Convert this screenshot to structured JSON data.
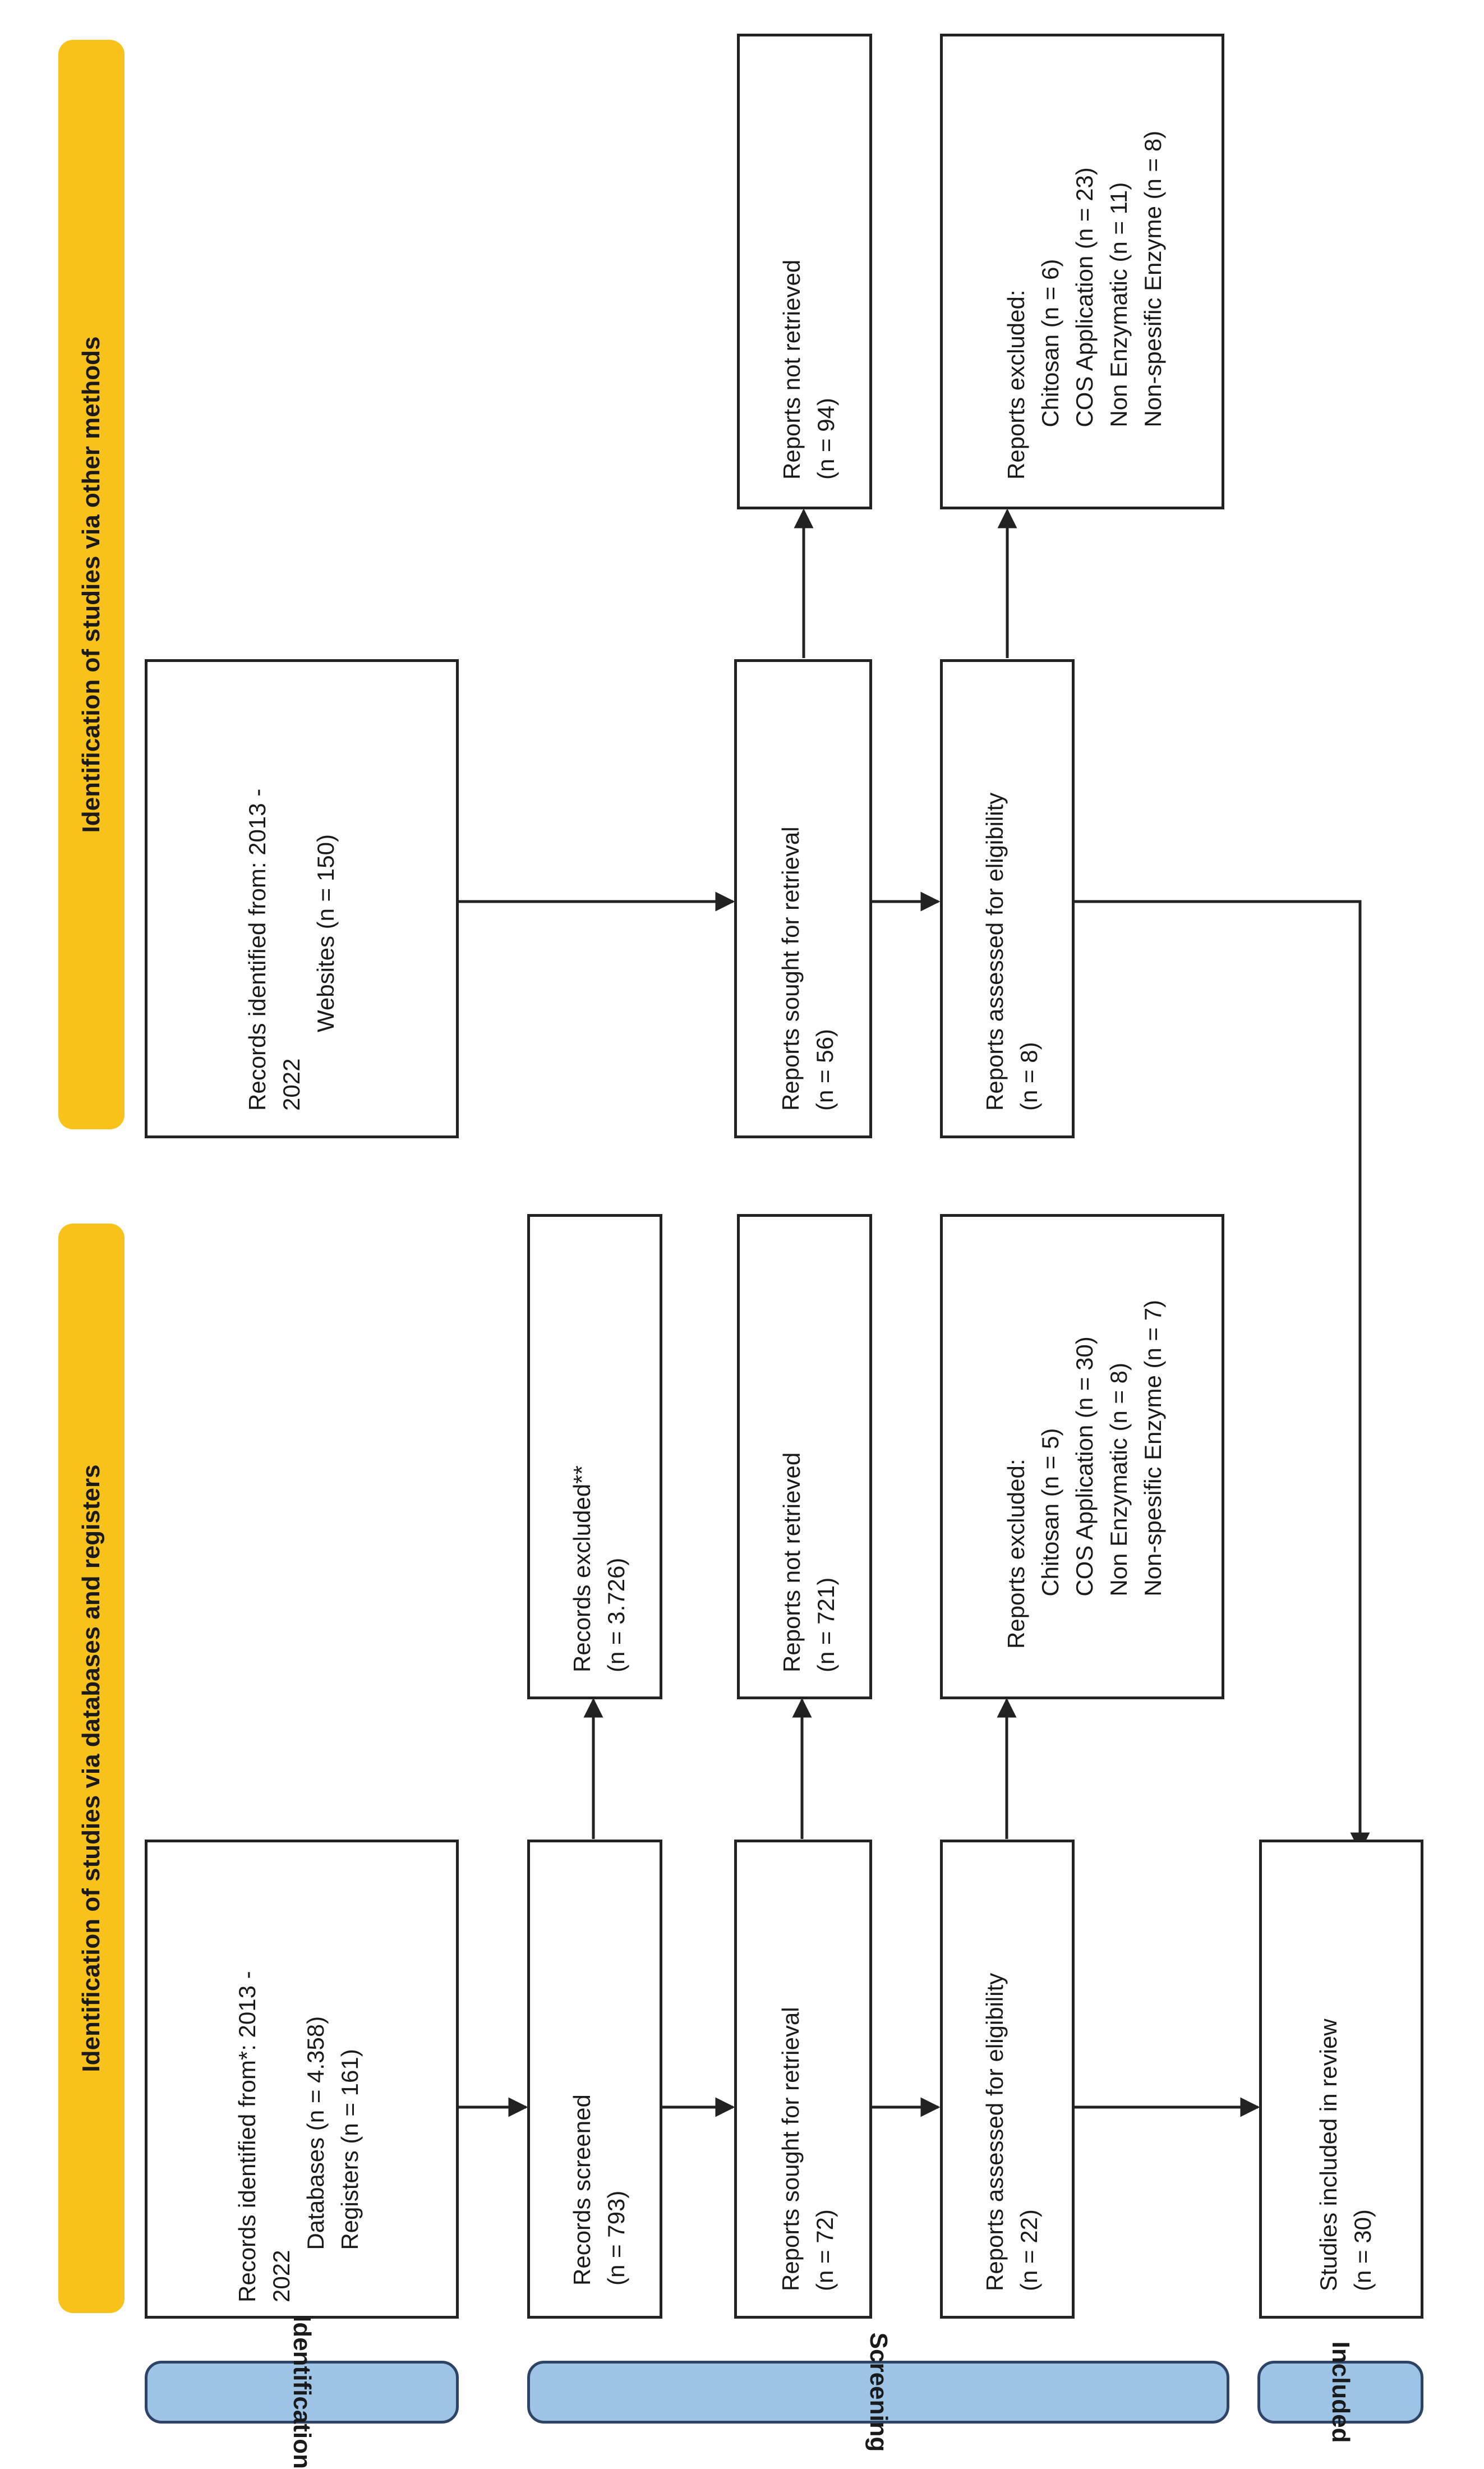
{
  "banners": {
    "databases": "Identification of studies via databases and registers",
    "other": "Identification of studies via other methods"
  },
  "stages": {
    "identification": "Identification",
    "screening": "Screening",
    "included": "Included"
  },
  "db": {
    "records_identified": {
      "line1": "Records identified from*: 2013 -",
      "line2": "2022",
      "line3": "        Databases (n = 4.358)",
      "line4": "        Registers (n = 161)"
    },
    "records_screened": {
      "line1": "Records screened",
      "line2": "(n = 793)"
    },
    "records_excluded": {
      "line1": "Records excluded**",
      "line2": "(n = 3.726)"
    },
    "reports_sought": {
      "line1": "Reports sought for retrieval",
      "line2": "(n = 72)"
    },
    "reports_not_retrieved": {
      "line1": "Reports not retrieved",
      "line2": "(n = 721)"
    },
    "reports_assessed": {
      "line1": "Reports assessed for eligibility",
      "line2": "(n = 22)"
    },
    "reports_excluded": {
      "line1": "Reports excluded:",
      "line2": "        Chitosan (n = 5)",
      "line3": "        COS Application (n = 30)",
      "line4": "        Non Enzymatic (n = 8)",
      "line5": "        Non-spesific Enzyme (n = 7)"
    },
    "studies_included": {
      "line1": "Studies included in review",
      "line2": "(n = 30)"
    }
  },
  "other": {
    "records_identified": {
      "line1": "Records identified from: 2013 -",
      "line2": "2022",
      "line3": "            Websites (n = 150)"
    },
    "reports_sought": {
      "line1": "Reports sought for retrieval",
      "line2": "(n = 56)"
    },
    "reports_not_retrieved": {
      "line1": "Reports not retrieved",
      "line2": "(n = 94)"
    },
    "reports_assessed": {
      "line1": "Reports assessed for eligibility",
      "line2": "(n = 8)"
    },
    "reports_excluded": {
      "line1": "Reports excluded:",
      "line2": "        Chitosan (n = 6)",
      "line3": "        COS Application (n = 23)",
      "line4": "        Non Enzymatic (n = 11)",
      "line5": "        Non-spesific Enzyme (n = 8)"
    }
  },
  "colors": {
    "banner": "#f8c21a",
    "stage": "#9dc3e6",
    "stage_border": "#2e4466",
    "line": "#222222"
  }
}
